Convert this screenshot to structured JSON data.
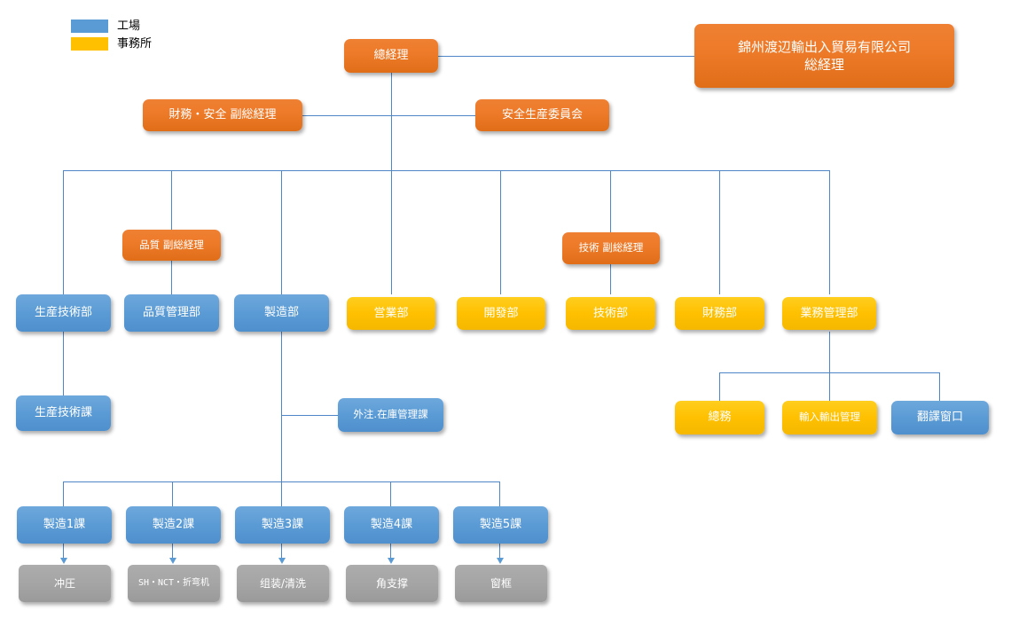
{
  "legend": {
    "items": [
      {
        "label": "工場",
        "color": "#5B9BD5",
        "name": "factory"
      },
      {
        "label": "事務所",
        "color": "#FFC000",
        "name": "office"
      }
    ]
  },
  "palette": {
    "orange": "#ED7D31",
    "blue": "#5B9BD5",
    "yellow": "#FFC000",
    "grey": "#A5A5A5",
    "line": "#4E86C7"
  },
  "nodes": {
    "general_manager": "總経理",
    "parent_company": "錦州渡辺輸出入貿易有限公司\n総経理",
    "parent_company_line1": "錦州渡辺輸出入貿易有限公司",
    "parent_company_line2": "総経理",
    "finance_safety_deputy": "財務・安全 副総経理",
    "safety_committee": "安全生産委員会",
    "quality_deputy": "品質 副総経理",
    "tech_deputy": "技術 副総経理",
    "departments": [
      {
        "label": "生産技術部",
        "color": "blue"
      },
      {
        "label": "品質管理部",
        "color": "blue"
      },
      {
        "label": "製造部",
        "color": "blue"
      },
      {
        "label": "営業部",
        "color": "yellow"
      },
      {
        "label": "開發部",
        "color": "yellow"
      },
      {
        "label": "技術部",
        "color": "yellow"
      },
      {
        "label": "財務部",
        "color": "yellow"
      },
      {
        "label": "業務管理部",
        "color": "yellow"
      }
    ],
    "production_tech_section": "生産技術課",
    "outsourcing_inventory_section": "外注.在庫管理課",
    "business_children": [
      {
        "label": "總務",
        "color": "yellow"
      },
      {
        "label": "輸入輸出管理",
        "color": "yellow"
      },
      {
        "label": "翻譯窗口",
        "color": "blue"
      }
    ],
    "manufacturing_sections": [
      "製造1課",
      "製造2課",
      "製造3課",
      "製造4課",
      "製造5課"
    ],
    "processes": [
      "冲圧",
      "SH・NCT・折弯机",
      "组装/清洗",
      "角支撑",
      "窗框"
    ]
  }
}
